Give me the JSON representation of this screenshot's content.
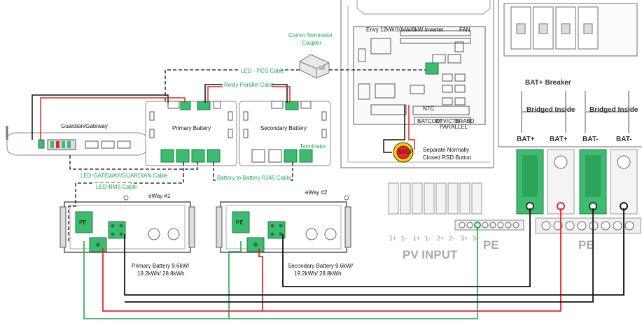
{
  "labels": {
    "gateway": "Guardian/Gateway",
    "primary_battery": "Primary Battery",
    "secondary_battery": "Secondary Battery",
    "terminator": "Terminator",
    "comm_terminator": "Comm Terminator",
    "coupler": "Coupler",
    "inverter": "Envy 12kW/10kW/8kW Inverter",
    "fan": "FAN",
    "pcs_cable": "LED - PCS Cable",
    "relay_cable": "Relay Parallel Cable",
    "gateway_cable": "LED-GATEWAY/GUARDIAN Cable",
    "bms_cable": "LED-BMS Cable",
    "rj45_cable": "Battery to Battery RJ45 Cable",
    "eway1": "eWay #1",
    "eway2": "eWay #2",
    "pe": "PE",
    "primary_capacity_line1": "Primary Battery 9.6kW/",
    "primary_capacity_line2": "19.2kWh/ 28.8kWh",
    "secondary_capacity_line1": "Secondary Battery 9.6kW/",
    "secondary_capacity_line2": "19.2kWh/ 28.8kWh",
    "rsd_line1": "Separate Normally",
    "rsd_line2": "Closed RSD Button",
    "stop": "STOP",
    "bat_breaker": "BAT+ Breaker",
    "bridged1": "Bridged Inside",
    "bridged2": "Bridged Inside",
    "bat_plus_1": "BAT+",
    "bat_plus_2": "BAT+",
    "bat_minus_1": "BAT-",
    "bat_minus_2": "BAT-",
    "pv_input": "PV INPUT",
    "pe_big_1": "PE",
    "pe_big_2": "PE",
    "pv_terms": [
      "1+",
      "1-",
      "1+",
      "1-",
      "2+",
      "2-",
      "3+",
      "3-"
    ],
    "ntc": "NTC",
    "batcom": "BATCOM",
    "ctvct2": "CTV/CT2",
    "brabd": "BRABD",
    "parallel": "PARALLEL"
  },
  "colors": {
    "green": "#1aa84a",
    "red": "#e8262b",
    "black": "#111111",
    "conn": "#3dbb6e",
    "gray": "#888888"
  }
}
